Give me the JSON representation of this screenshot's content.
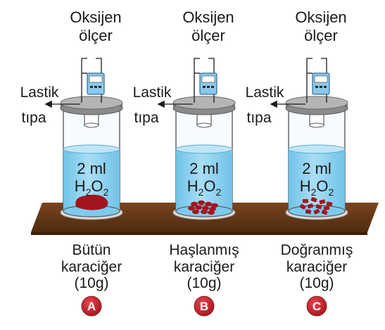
{
  "setups": [
    {
      "meter_label_line1": "Oksijen",
      "meter_label_line2": "ölçer",
      "stopper_label_line1": "Lastik",
      "stopper_label_line2": "tıpa",
      "liquid_volume": "2 ml",
      "liquid_formula": {
        "h": "H",
        "sub1": "2",
        "o": "O",
        "sub2": "2"
      },
      "sample_label_line1": "Bütün",
      "sample_label_line2": "karaciğer",
      "sample_label_line3": "(10g)",
      "badge": "A",
      "liver_form": "whole"
    },
    {
      "meter_label_line1": "Oksijen",
      "meter_label_line2": "ölçer",
      "stopper_label_line1": "Lastik",
      "stopper_label_line2": "tıpa",
      "liquid_volume": "2 ml",
      "liquid_formula": {
        "h": "H",
        "sub1": "2",
        "o": "O",
        "sub2": "2"
      },
      "sample_label_line1": "Haşlanmış",
      "sample_label_line2": "karaciğer",
      "sample_label_line3": "(10g)",
      "badge": "B",
      "liver_form": "boiled pieces"
    },
    {
      "meter_label_line1": "Oksijen",
      "meter_label_line2": "ölçer",
      "stopper_label_line1": "Lastik",
      "stopper_label_line2": "tıpa",
      "liquid_volume": "2 ml",
      "liquid_formula": {
        "h": "H",
        "sub1": "2",
        "o": "O",
        "sub2": "2"
      },
      "sample_label_line1": "Doğranmış",
      "sample_label_line2": "karaciğer",
      "sample_label_line3": "(10g)",
      "badge": "C",
      "liver_form": "chopped pieces"
    }
  ],
  "colors": {
    "liquid": "#8fd3f0",
    "liquid_top": "#bfe6f7",
    "liver": "#a3151e",
    "badge": "#c8202a",
    "table": "#6b3b17",
    "stopper": "#9a9a9a",
    "meter": "#8ec7e8"
  }
}
